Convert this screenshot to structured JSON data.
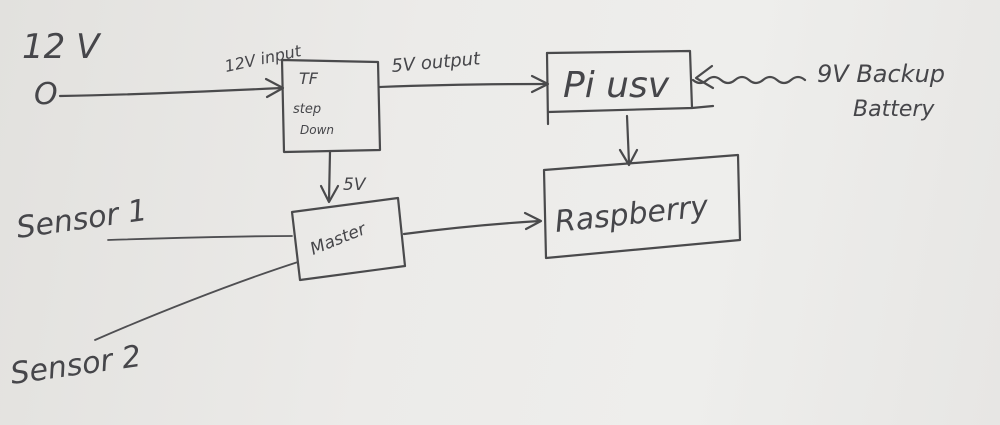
{
  "nodes": {
    "source": {
      "label": "12 V",
      "terminal_symbol": "O"
    },
    "stepdown": {
      "line1": "TF",
      "line2": "step",
      "line3": "Down"
    },
    "piusv": {
      "label": "Pi usv"
    },
    "raspberry": {
      "label": "Raspberry"
    },
    "master": {
      "label": "Master"
    },
    "battery": {
      "line1": "9V Backup",
      "line2": "Battery"
    },
    "sensor1": {
      "label": "Sensor 1"
    },
    "sensor2": {
      "label": "Sensor 2"
    }
  },
  "edges": {
    "input_label": "12V input",
    "output_label": "5V output",
    "master_feed_label": "5V"
  },
  "colors": {
    "paper": "#ecebe9",
    "ink": "#4a4a4c"
  }
}
